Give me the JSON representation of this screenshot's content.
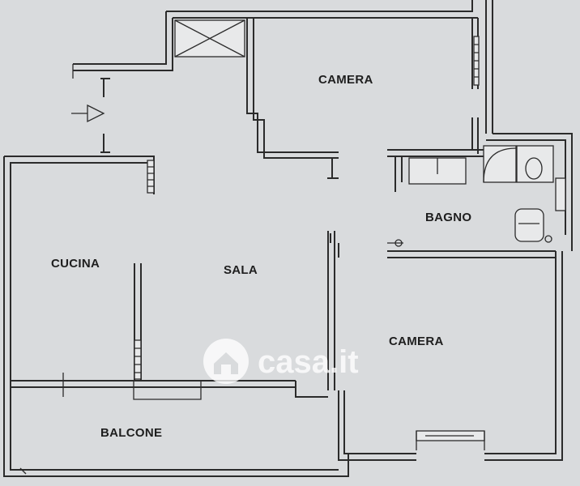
{
  "plan": {
    "rooms": {
      "camera_top": "CAMERA",
      "bagno": "BAGNO",
      "cucina": "CUCINA",
      "sala": "SALA",
      "camera_right": "CAMERA",
      "balcone": "BALCONE"
    },
    "watermark": {
      "text": "casa.it",
      "icon": "house-logo-icon"
    },
    "colors": {
      "paper": "#d9dbdd",
      "ink": "#2b2b2b",
      "watermark": "#ffffff"
    }
  }
}
